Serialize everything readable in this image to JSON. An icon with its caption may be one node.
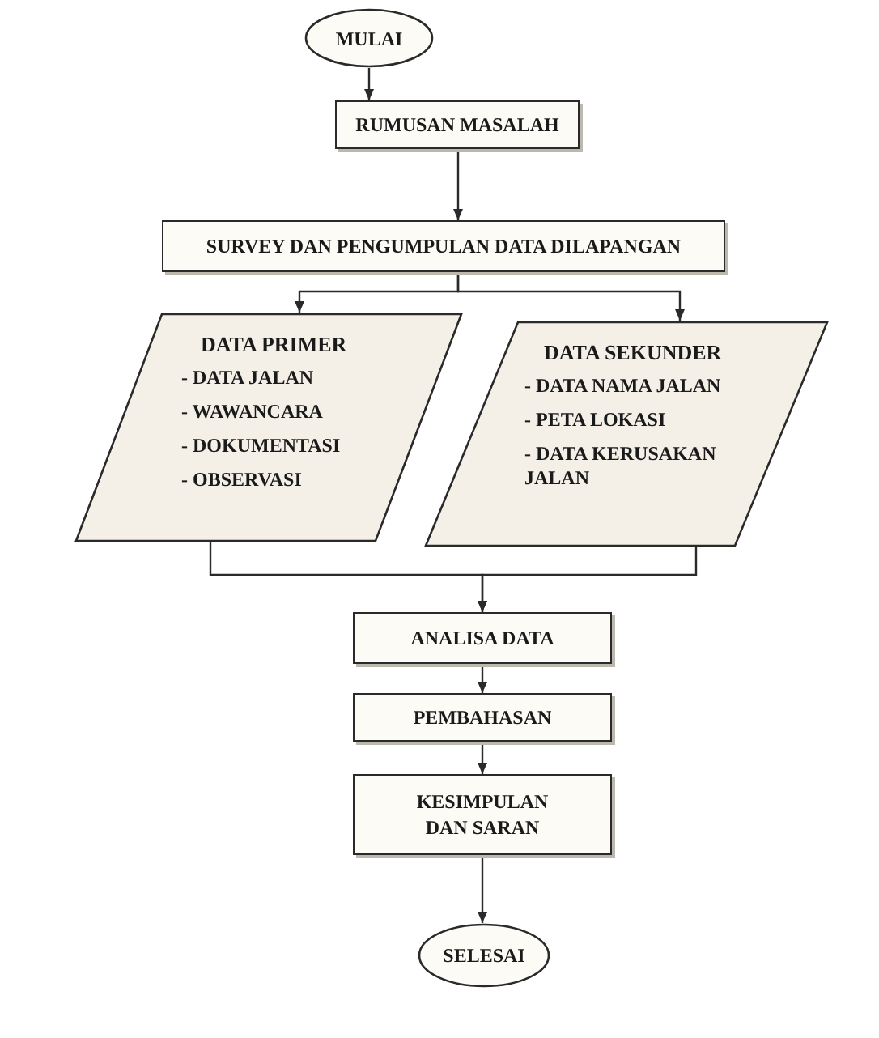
{
  "diagram": {
    "nodes": [
      {
        "text": [
          "MULAI"
        ]
      },
      {
        "text": [
          "RUMUSAN MASALAH"
        ]
      },
      {
        "text": [
          "SURVEY DAN PENGUMPULAN DATA DILAPANGAN"
        ]
      },
      {
        "text": [
          "DATA PRIMER",
          "- DATA JALAN",
          "- WAWANCARA",
          "- DOKUMENTASI",
          "- OBSERVASI"
        ]
      },
      {
        "text": [
          "DATA SEKUNDER",
          "- DATA NAMA JALAN",
          "- PETA LOKASI",
          "- DATA KERUSAKAN JALAN"
        ]
      },
      {
        "text": [
          "ANALISA DATA"
        ]
      },
      {
        "text": [
          "PEMBAHASAN"
        ]
      },
      {
        "text": [
          "KESIMPULAN DAN SARAN"
        ]
      },
      {
        "text": [
          "SELESAI"
        ]
      }
    ],
    "edges": [
      {
        "from": 0,
        "to": 1,
        "arrow": "to"
      },
      {
        "from": 1,
        "to": 2,
        "arrow": "to"
      },
      {
        "from": 2,
        "to": 3,
        "arrow": "to"
      },
      {
        "from": 2,
        "to": 4,
        "arrow": "to"
      },
      {
        "from": 3,
        "to": 5,
        "arrow": "to"
      },
      {
        "from": 4,
        "to": 5,
        "arrow": "to"
      },
      {
        "from": 5,
        "to": 6,
        "arrow": "to"
      },
      {
        "from": 6,
        "to": 7,
        "arrow": "to"
      },
      {
        "from": 7,
        "to": 8,
        "arrow": "to"
      }
    ]
  }
}
